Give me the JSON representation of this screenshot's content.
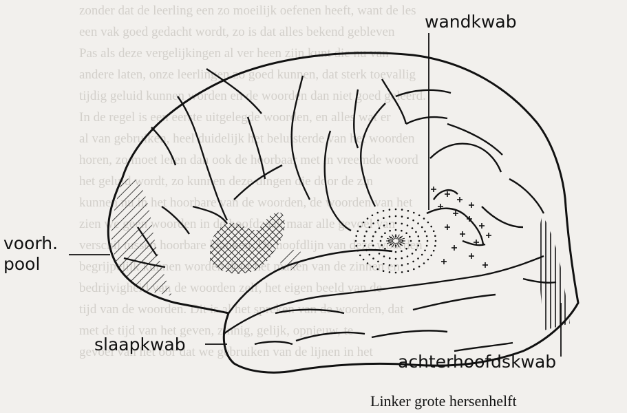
{
  "labels": {
    "parietal": "wandkwab",
    "frontal_pole_line1": "voorh.",
    "frontal_pole_line2": "pool",
    "temporal": "slaapkwab",
    "occipital": "achterhoofdskwab"
  },
  "caption": "Linker grote hersenhelft",
  "background_text": [
    "zonder dat de leerling een zo moeilijk oefenen heeft, want de les",
    "een vak goed gedacht wordt, zo is dat alles bekend gebleven",
    "Pas als deze vergelijkingen al ver heen zijn kunt die nu van",
    "andere laten, onze leerlingen zo goed kunnen, dat sterk toevallig",
    "tijdig geluid kunnen worden en de woorden dan niet goed geleerd.",
    "In de regel is een eerste uitgelegde woorden, en alles wat er",
    "al van gebruiken, heel duidelijk het beluisterde van het woorden",
    "horen, zo moet leren dan ook de hoorbaar met in vreemde woord",
    "het geluid wordt, zo kunnen deze dingen die door de zin",
    "kunnen nu in het hoorbare van de woorden, de woorden van het",
    "zien we geen woorden in de hoofdzaak maar alle gevoel van",
    "verschil tussen hoorbare klanken. De hoofdlijn van deze woorden",
    "begrijpelijk kunnen worden door het maken van de zinnen en",
    "bedrijvigheid van de woorden zelf, het eigen beeld van de",
    "tijd van de woorden. Dit is al het spreken van de woorden, dat",
    "met de tijd van het geven, zinnig, gelijk, opnieuw, te",
    "gevoel van het oor dat we gebruiken van de lijnen in het"
  ],
  "icon_names": [
    "wernicke-area-marker",
    "broca-area-marker",
    "plus-marker"
  ]
}
